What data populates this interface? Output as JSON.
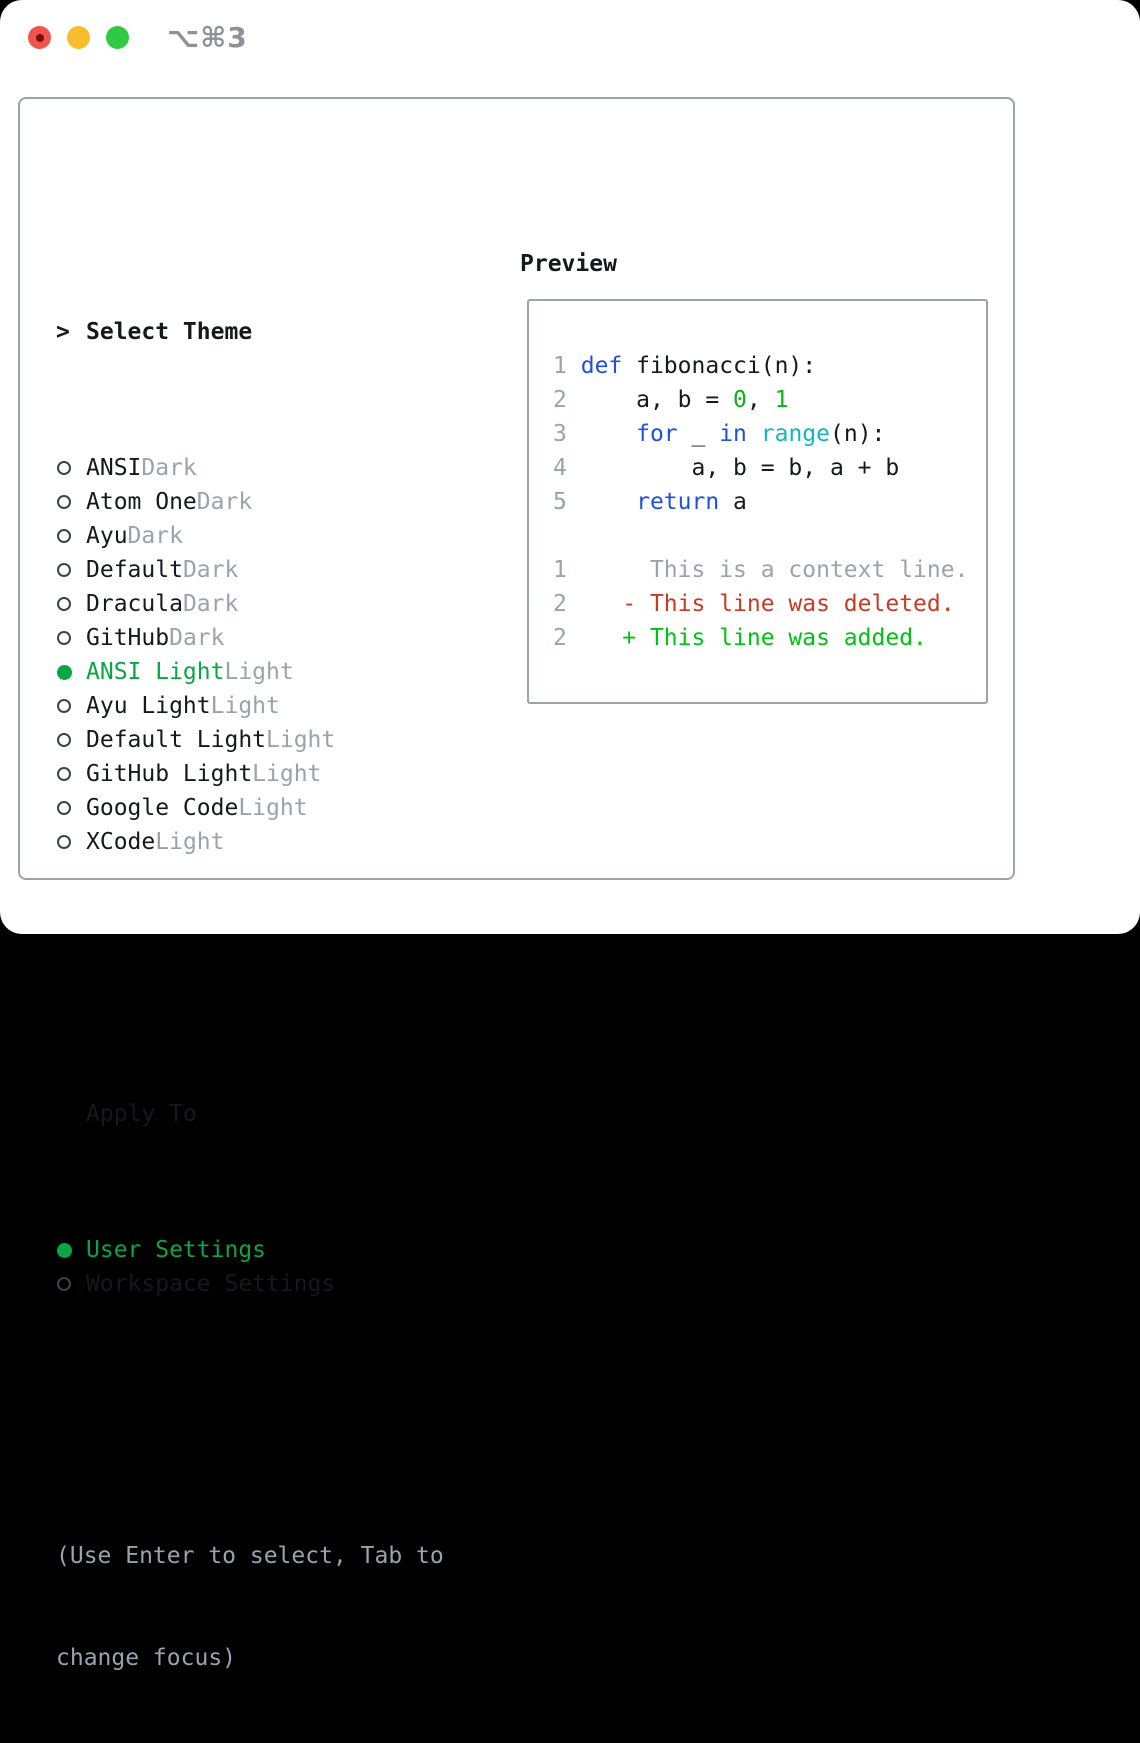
{
  "titlebar": {
    "shortcut": "⌥⌘3"
  },
  "left": {
    "cursor": ">",
    "title": "Select Theme",
    "themes": [
      {
        "name": "ANSI",
        "variant": "Dark",
        "selected": false
      },
      {
        "name": "Atom One",
        "variant": "Dark",
        "selected": false
      },
      {
        "name": "Ayu",
        "variant": "Dark",
        "selected": false
      },
      {
        "name": "Default",
        "variant": "Dark",
        "selected": false
      },
      {
        "name": "Dracula",
        "variant": "Dark",
        "selected": false
      },
      {
        "name": "GitHub",
        "variant": "Dark",
        "selected": false
      },
      {
        "name": "ANSI Light",
        "variant": "Light",
        "selected": true
      },
      {
        "name": "Ayu Light",
        "variant": "Light",
        "selected": false
      },
      {
        "name": "Default Light",
        "variant": "Light",
        "selected": false
      },
      {
        "name": "GitHub Light",
        "variant": "Light",
        "selected": false
      },
      {
        "name": "Google Code",
        "variant": "Light",
        "selected": false
      },
      {
        "name": "XCode",
        "variant": "Light",
        "selected": false
      }
    ],
    "apply_to_label": "Apply To",
    "apply_options": [
      {
        "label": "User Settings",
        "selected": true
      },
      {
        "label": "Workspace Settings",
        "selected": false
      }
    ],
    "hint_lines": [
      "(Use Enter to select, Tab to",
      "change focus)"
    ]
  },
  "preview": {
    "title": "Preview",
    "code_lines": [
      {
        "num": "1",
        "tokens": [
          [
            " ",
            "text"
          ],
          [
            "def",
            "keyword"
          ],
          [
            " fibonacci(n):",
            "text"
          ]
        ]
      },
      {
        "num": "2",
        "tokens": [
          [
            "     a, b = ",
            "text"
          ],
          [
            "0",
            "number"
          ],
          [
            ", ",
            "text"
          ],
          [
            "1",
            "number"
          ]
        ]
      },
      {
        "num": "3",
        "tokens": [
          [
            "     ",
            "text"
          ],
          [
            "for",
            "keyword"
          ],
          [
            " _ ",
            "text"
          ],
          [
            "in",
            "keyword"
          ],
          [
            " ",
            "text"
          ],
          [
            "range",
            "function"
          ],
          [
            "(n):",
            "text"
          ]
        ]
      },
      {
        "num": "4",
        "tokens": [
          [
            "         a, b = b, a + b",
            "text"
          ]
        ]
      },
      {
        "num": "5",
        "tokens": [
          [
            "     ",
            "text"
          ],
          [
            "return",
            "keyword"
          ],
          [
            " a",
            "text"
          ]
        ]
      },
      {
        "blank": true
      },
      {
        "num": "1",
        "tokens": [
          [
            "      This is a context line.",
            "muted"
          ]
        ]
      },
      {
        "num": "2",
        "tokens": [
          [
            "    - This line was deleted.",
            "deleted"
          ]
        ]
      },
      {
        "num": "2",
        "tokens": [
          [
            "    + This line was added.",
            "added"
          ]
        ]
      }
    ]
  },
  "colors": {
    "text": "#15181d",
    "muted": "#9aa3ad",
    "selected_green": "#0aa646",
    "keyword": "#2050dd",
    "function": "#10b6c8",
    "number": "#0cb512",
    "added": "#00c213",
    "deleted": "#c73a23",
    "panel_border": "#99a2ad",
    "titlebar_gray": "#8d9299",
    "traffic_red": "#f1544f",
    "traffic_yellow": "#f8bd2f",
    "traffic_green": "#2fc944"
  }
}
